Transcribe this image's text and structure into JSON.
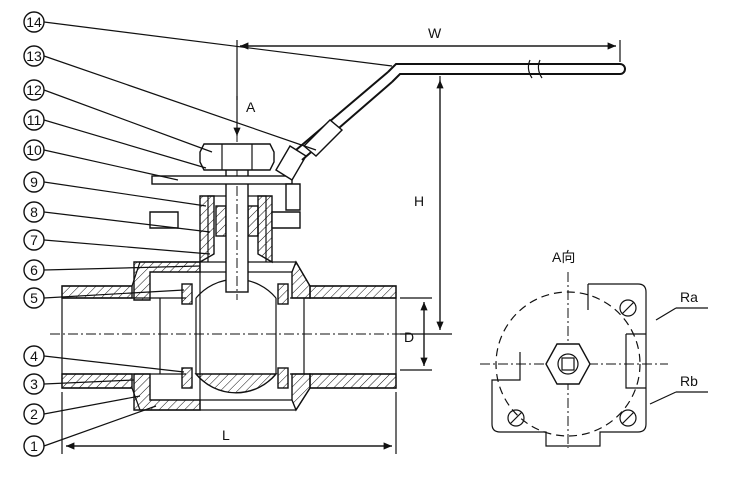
{
  "callouts": [
    "1",
    "2",
    "3",
    "4",
    "5",
    "6",
    "7",
    "8",
    "9",
    "10",
    "11",
    "12",
    "13",
    "14"
  ],
  "dimensions": {
    "width_label": "W",
    "height_label": "H",
    "length_label": "L",
    "diameter_label": "D",
    "arrow_label": "A"
  },
  "end_view": {
    "title": "A向",
    "ra_label": "Ra",
    "rb_label": "Rb"
  }
}
